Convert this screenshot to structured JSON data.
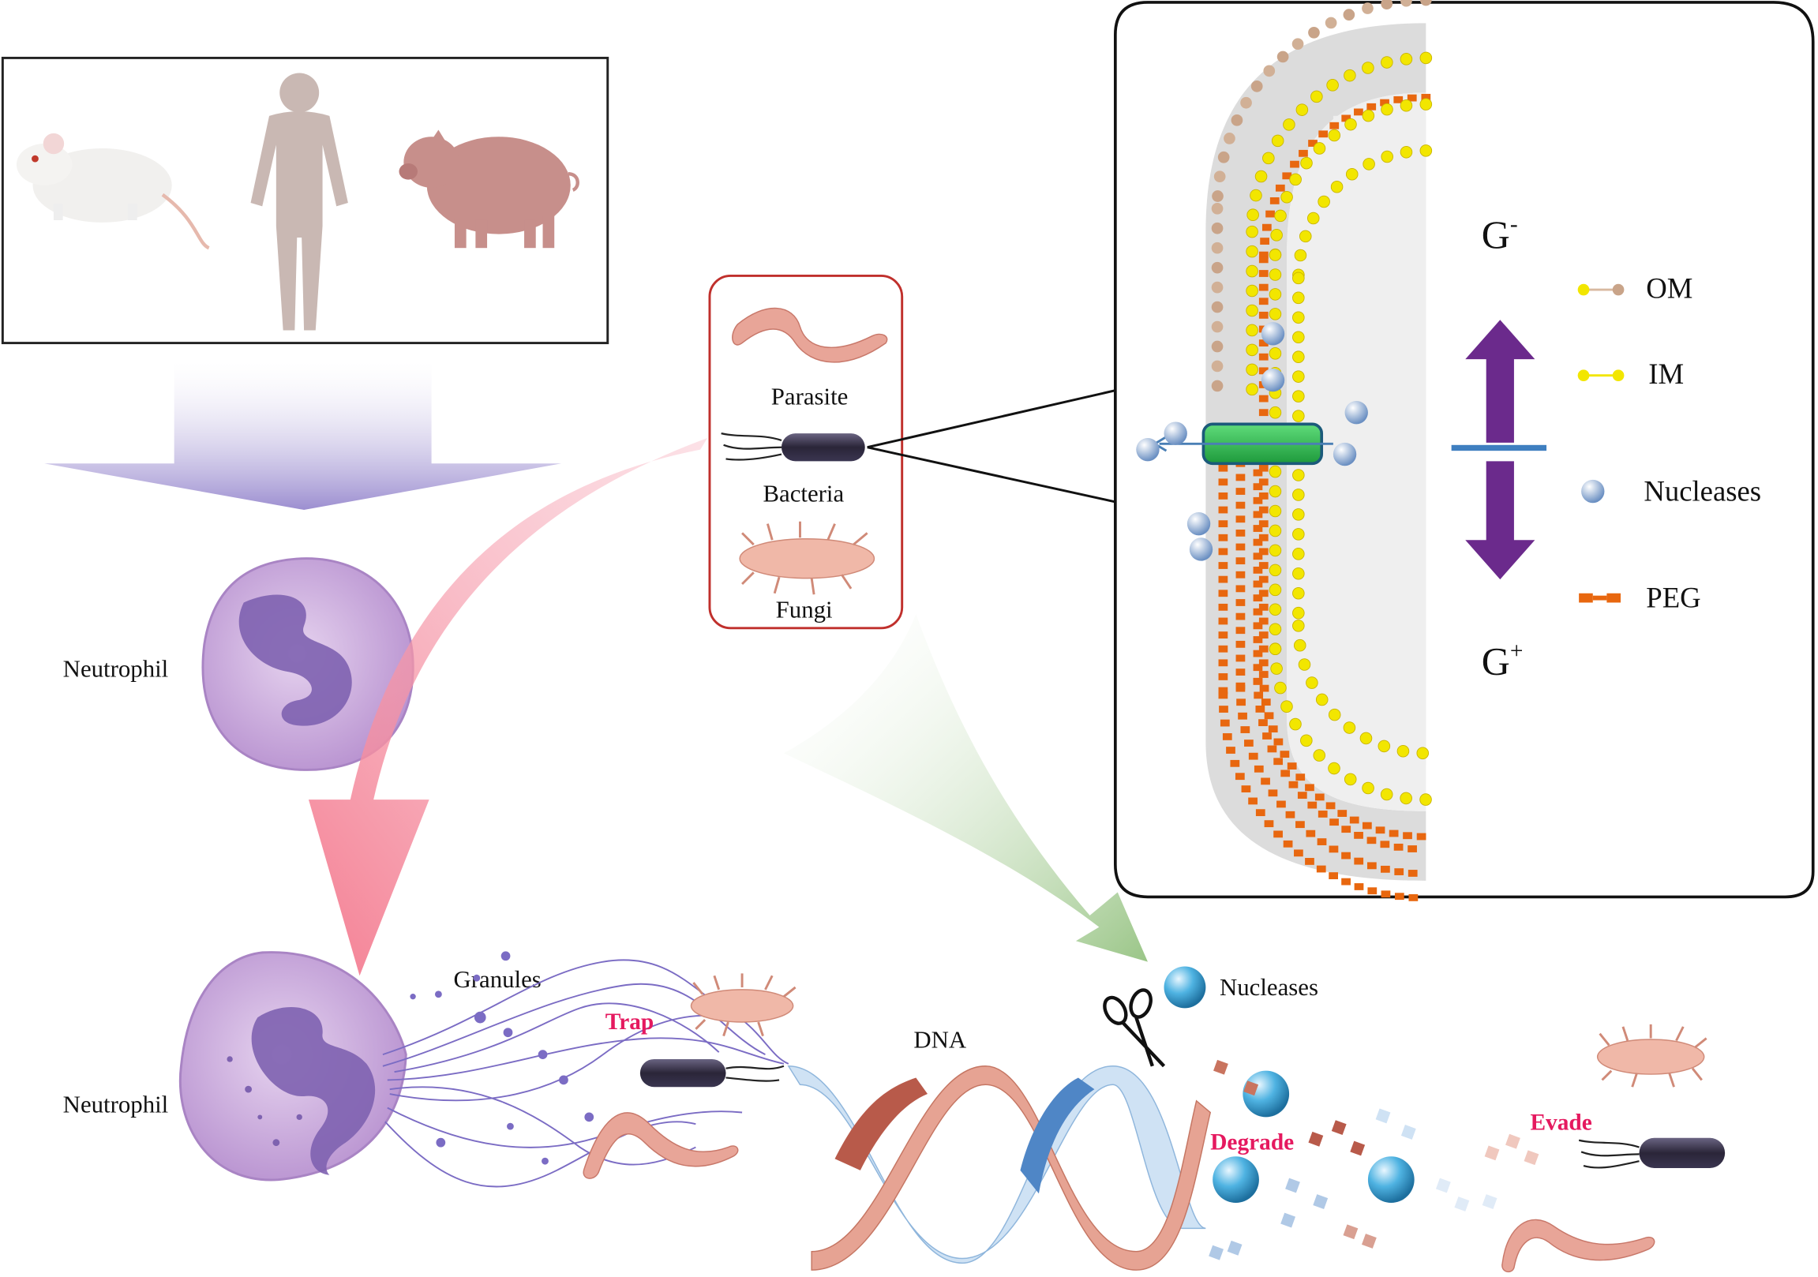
{
  "organisms": {
    "parasite": "Parasite",
    "bacteria": "Bacteria",
    "fungi": "Fungi"
  },
  "cells": {
    "neutrophil_top": "Neutrophil",
    "neutrophil_bottom": "Neutrophil",
    "granules": "Granules"
  },
  "net": {
    "trap": "Trap",
    "dna": "DNA",
    "nucleases": "Nucleases",
    "degrade": "Degrade",
    "evade": "Evade"
  },
  "envelope": {
    "g_minus_base": "G",
    "g_minus_sup": "-",
    "g_plus_base": "G",
    "g_plus_sup": "+",
    "legend": {
      "om": "OM",
      "im": "IM",
      "nucleases": "Nucleases",
      "peg": "PEG"
    }
  },
  "colors": {
    "neutrophil": "#c9a7dc",
    "nucleus": "#8a6bb8",
    "pink_arrow": "#f47f93",
    "green_arrow": "#8fbf7a",
    "purple_arrow": "#6b2a8c",
    "membrane_yellow": "#f2e600",
    "peg_orange": "#e8670f",
    "nuclease_blue": "#3ea9d8",
    "worm": "#e8a598",
    "highlight_red": "#e5195f"
  }
}
